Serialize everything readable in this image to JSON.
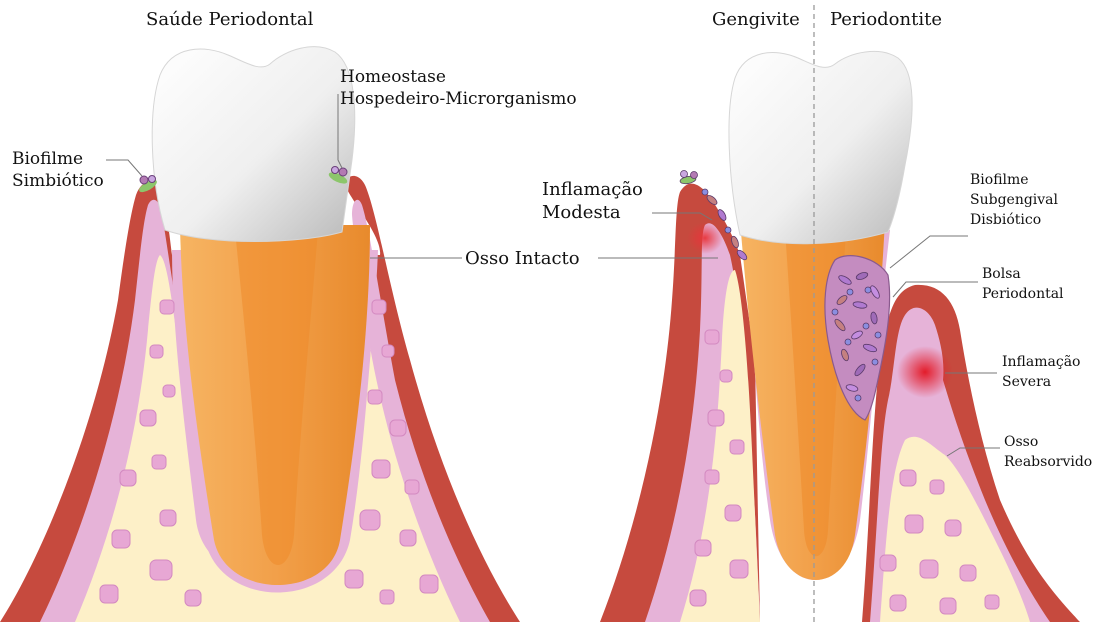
{
  "headings": {
    "health": "Saúde Periodontal",
    "gingivitis": "Gengivite",
    "periodontitis": "Periodontite"
  },
  "labels": {
    "homeostasis_line1": "Homeostase",
    "homeostasis_line2": "Hospedeiro-Microrganismo",
    "biofilm_line1": "Biofilme",
    "biofilm_line2": "Simbiótico",
    "intact_bone": "Osso Intacto",
    "modest_inflammation_line1": "Inflamação",
    "modest_inflammation_line2": "Modesta",
    "dysbiotic_line1": "Biofilme",
    "dysbiotic_line2": "Subgengival",
    "dysbiotic_line3": "Disbiótico",
    "pocket_line1": "Bolsa",
    "pocket_line2": "Periodontal",
    "severe_line1": "Inflamação",
    "severe_line2": "Severa",
    "resorbed_line1": "Osso",
    "resorbed_line2": "Reabsorvido"
  },
  "colors": {
    "gum": "#c64a3e",
    "gum_dark": "#a83a30",
    "ligament": "#e6b3d8",
    "bone": "#fdf0c8",
    "trabecula": "#e7a7d4",
    "root": "#f09b3c",
    "pulp": "#ee8a2a",
    "crown": "#f2f2f2",
    "bacteria": "#b37ab3",
    "bacteria_green": "#8cc66b",
    "inflammation": "#e8343a"
  }
}
